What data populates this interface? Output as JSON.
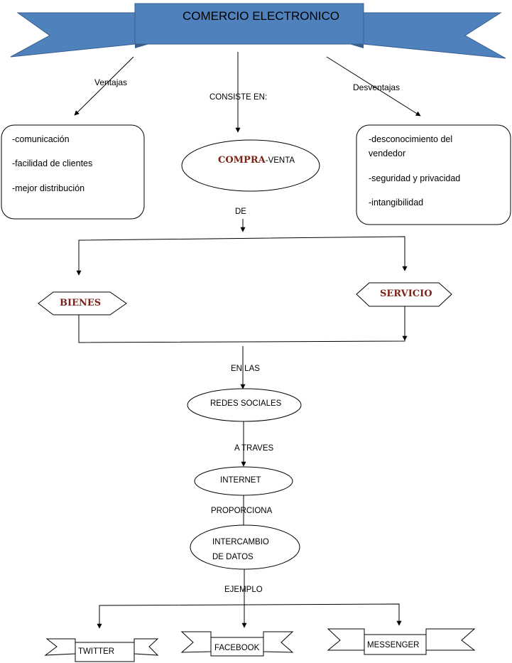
{
  "title": "COMERCIO ELECTRONICO",
  "colors": {
    "banner_fill": "#4f81bd",
    "banner_stroke": "#3a5f8f",
    "line": "#000000",
    "highlight_text": "#7a2318"
  },
  "labels": {
    "ventajas": "Ventajas",
    "consiste_en": "CONSISTE EN:",
    "desventajas": "Desventajas",
    "de": "DE",
    "en_las": "EN  LAS",
    "a_traves": "A TRAVES",
    "proporciona": "PROPORCIONA",
    "ejemplo": "EJEMPLO"
  },
  "ventajas_box": {
    "items": [
      "-comunicación",
      "-facilidad de clientes",
      "-mejor distribución"
    ]
  },
  "desventajas_box": {
    "items": [
      "-desconocimiento del",
      "vendedor",
      "-seguridad y privacidad",
      "-intangibilidad"
    ]
  },
  "compra_venta": {
    "highlight": "COMPRA",
    "rest": "-VENTA"
  },
  "bienes": "BIENES",
  "servicio": "SERVICIO",
  "redes_sociales": "REDES SOCIALES",
  "internet": "INTERNET",
  "intercambio": {
    "line1": "INTERCAMBIO",
    "line2": "DE DATOS"
  },
  "examples": [
    "TWITTER",
    "FACEBOOK",
    "MESSENGER"
  ]
}
